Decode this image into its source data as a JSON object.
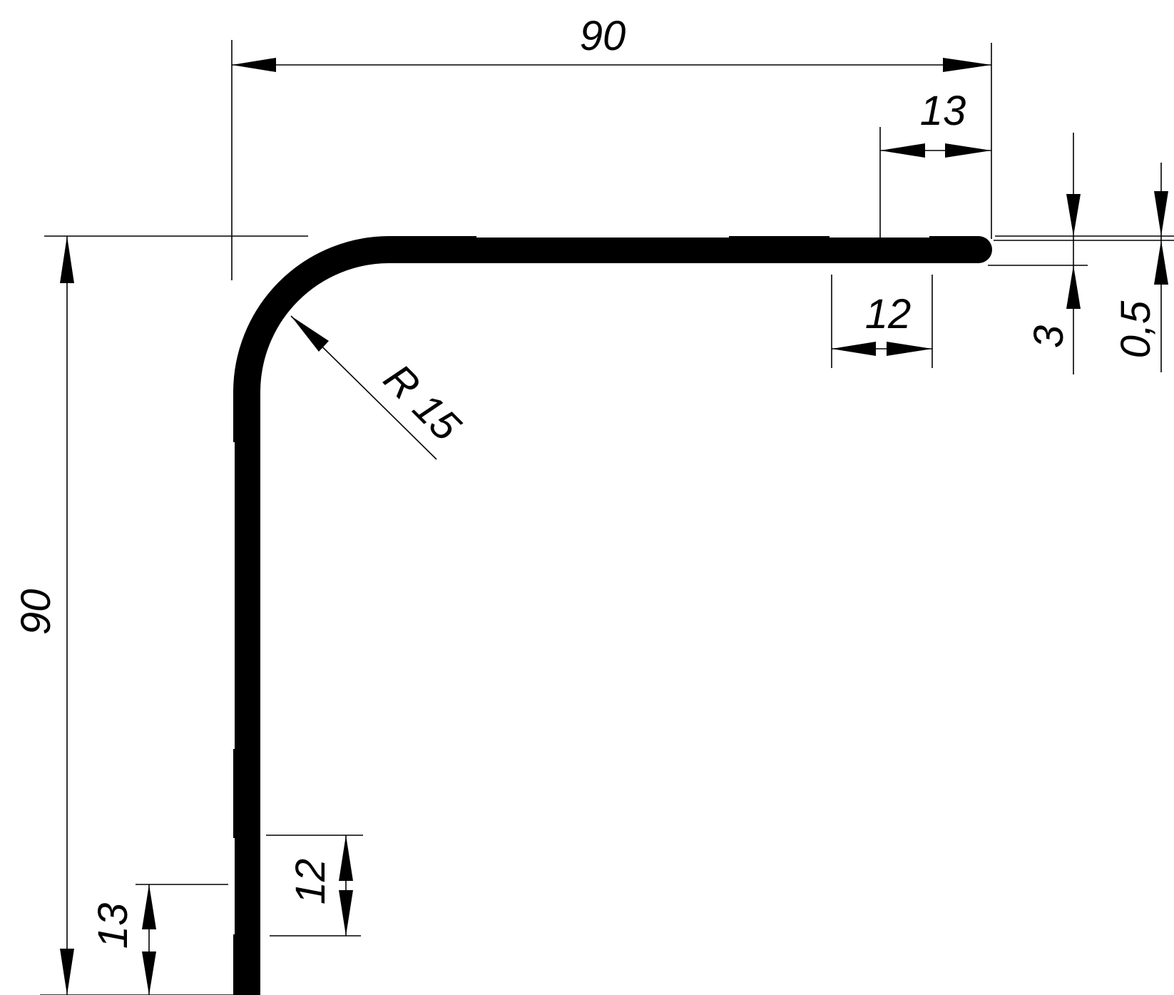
{
  "drawing": {
    "colors": {
      "line": "#000000",
      "background": "#ffffff"
    },
    "dimensions": {
      "top_width": "90",
      "left_height": "90",
      "top_right_gap": "13",
      "top_slot_width": "12",
      "thickness": "3",
      "step": "0,5",
      "radius": "R 15",
      "bottom_gap": "13",
      "bottom_slot_height": "12"
    }
  }
}
